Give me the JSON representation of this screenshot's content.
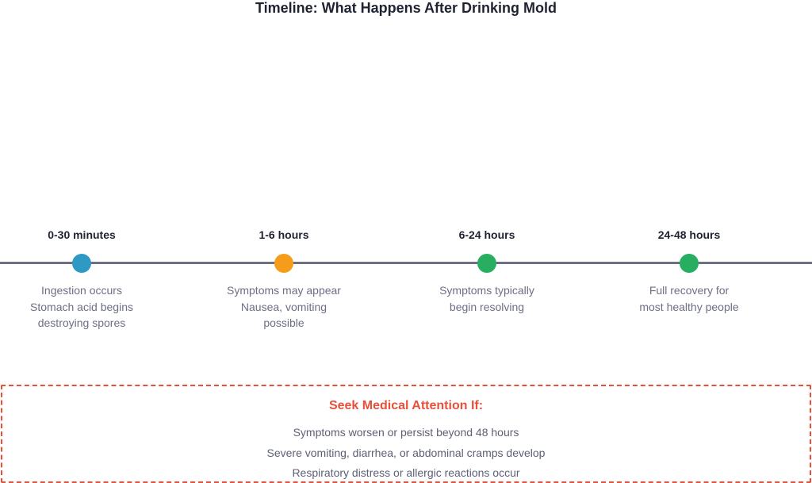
{
  "title": "Timeline: What Happens After Drinking Mold",
  "milestones": [
    {
      "time": "0-30 minutes",
      "color": "#2e9ac4",
      "lines": [
        "Ingestion occurs",
        "Stomach acid begins",
        "destroying spores"
      ]
    },
    {
      "time": "1-6 hours",
      "color": "#f59d1a",
      "lines": [
        "Symptoms may appear",
        "Nausea, vomiting",
        "possible"
      ]
    },
    {
      "time": "6-24 hours",
      "color": "#27ae60",
      "lines": [
        "Symptoms typically",
        "begin resolving"
      ]
    },
    {
      "time": "24-48 hours",
      "color": "#27ae60",
      "lines": [
        "Full recovery for",
        "most healthy people"
      ]
    }
  ],
  "alert": {
    "title": "Seek Medical Attention If:",
    "items": [
      "Symptoms worsen or persist beyond 48 hours",
      "Severe vomiting, diarrhea, or abdominal cramps develop",
      "Respiratory distress or allergic reactions occur"
    ],
    "color": "#e8503a"
  }
}
